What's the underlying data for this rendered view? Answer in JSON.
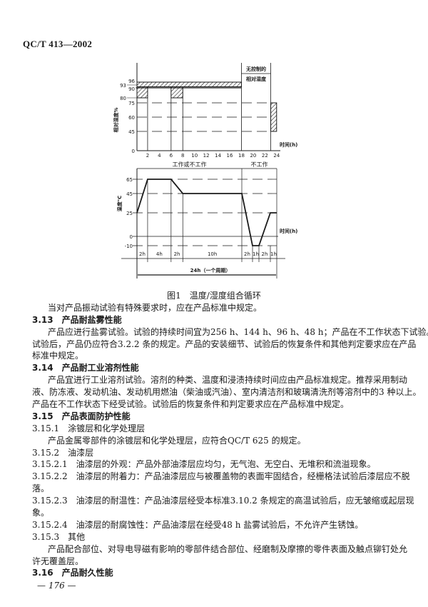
{
  "header": {
    "doc_code": "QC/T 413—2002"
  },
  "figure": {
    "humidity_chart": {
      "ylabel": "相对湿度%",
      "xlabel": "时间(h)",
      "y_ticks": [
        "96",
        "93",
        "90",
        "80",
        "75",
        "60",
        "45",
        "0"
      ],
      "x_ticks": [
        "2",
        "4",
        "6",
        "8",
        "10",
        "12",
        "14",
        "16",
        "18",
        "20",
        "22",
        "24"
      ],
      "uncontrolled_label_1": "无控制的",
      "uncontrolled_label_2": "相对湿度"
    },
    "temperature_chart": {
      "ylabel": "温度℃",
      "xlabel": "时间(h)",
      "y_ticks": [
        "65",
        "45",
        "25",
        "0",
        "-10"
      ],
      "phase_working": "工作或不工作",
      "phase_not_working": "不工作",
      "durations": [
        "2h",
        "4h",
        "2h",
        "10h",
        "2h",
        "1h",
        "2h",
        "1h"
      ],
      "cycle_label": "24h（一个周期）"
    },
    "hatch_color": "#1a1a1a"
  },
  "lines": [
    {
      "kind": "cap",
      "text": "图1　温度/湿度组合循环"
    },
    {
      "kind": "in",
      "text": "当对产品振动试验有特殊要求时，应在产品标准中规定。"
    },
    {
      "kind": "hd",
      "text": "3.13　产品耐盐雾性能"
    },
    {
      "kind": "fi",
      "text": "产品应进行盐雾试验。试验的持续时间宜为256 h、144 h、96 h、48 h；产品在不工作状态下试验。"
    },
    {
      "kind": "fl",
      "text": "试验后，产品仍应符合3.2.2 条的规定。产品的安装细节、试验后的恢复条件和其他判定要求应在产品"
    },
    {
      "kind": "pl",
      "text": "标准中规定。"
    },
    {
      "kind": "hd",
      "text": "3.14　产品耐工业溶剂性能"
    },
    {
      "kind": "fi",
      "text": "产品宜进行工业溶剂试验。溶剂的种类、温度和浸渍持续时间应由产品标准规定。推荐采用制动"
    },
    {
      "kind": "fl",
      "text": "液、防冻液、发动机油、发动机用燃油（柴油或汽油）、室内清洁剂和玻璃清洗剂等溶剂中的3 种以上。"
    },
    {
      "kind": "pl",
      "text": "产品在不工作状态下经受试验。试验后的恢复条件和判定要求应在产品标准中规定。"
    },
    {
      "kind": "hd",
      "text": "3.15　产品表面防护性能"
    },
    {
      "kind": "pl",
      "text": "3.15.1　涂镀层和化学处理层"
    },
    {
      "kind": "in",
      "text": "产品金属零部件的涂镀层和化学处理层，应符合QC/T 625 的规定。"
    },
    {
      "kind": "pl",
      "text": "3.15.2　油漆层"
    },
    {
      "kind": "pl",
      "text": "3.15.2.1　油漆层的外观：产品外部油漆层应均匀，无气泡、无空白、无堆积和流溢现象。"
    },
    {
      "kind": "fl",
      "text": "3.15.2.2　油漆层的附着力：产品油漆层应与被覆盖物的表面牢固结合，经栅格法试验后漆层应不脱"
    },
    {
      "kind": "pl",
      "text": "落。"
    },
    {
      "kind": "fl",
      "text": "3.15.2.3　油漆层的耐温性：产品油漆层经受本标准3.10.2 条规定的高温试验后，应无皱缩或起层现"
    },
    {
      "kind": "pl",
      "text": "象。"
    },
    {
      "kind": "pl",
      "text": "3.15.2.4　油漆层的耐腐蚀性：产品油漆层在经受48 h 盐雾试验后，不允许产生锈蚀。"
    },
    {
      "kind": "pl",
      "text": "3.15.3　其他"
    },
    {
      "kind": "fi",
      "text": "产品配合部位、对导电导磁有影响的零部件结合部位、经磨制及摩擦的零件表面及触点铆钉处允"
    },
    {
      "kind": "pl",
      "text": "许无覆盖层。"
    },
    {
      "kind": "hd",
      "text": "3.16　产品耐久性能"
    }
  ],
  "footer": {
    "page_number": "— 176 —"
  }
}
